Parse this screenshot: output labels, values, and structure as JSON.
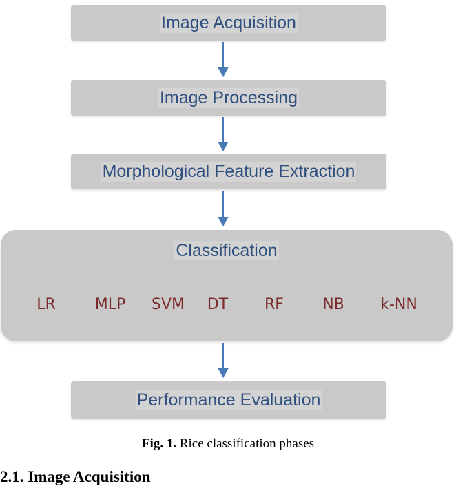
{
  "steps": {
    "acquisition": "Image Acquisition",
    "processing": "Image Processing",
    "feature_extraction": "Morphological Feature Extraction",
    "classification": "Classification",
    "evaluation": "Performance Evaluation"
  },
  "methods": [
    "LR",
    "MLP",
    "SVM",
    "DT",
    "RF",
    "NB",
    "k-NN"
  ],
  "caption": {
    "label": "Fig. 1.",
    "text": " Rice classification phases"
  },
  "section_heading": "2.1. Image Acquisition",
  "colors": {
    "box_fill": "#c9c9c9",
    "step_text": "#2f4f7f",
    "method_text": "#7a2a2a",
    "arrow": "#4a7ab5"
  }
}
